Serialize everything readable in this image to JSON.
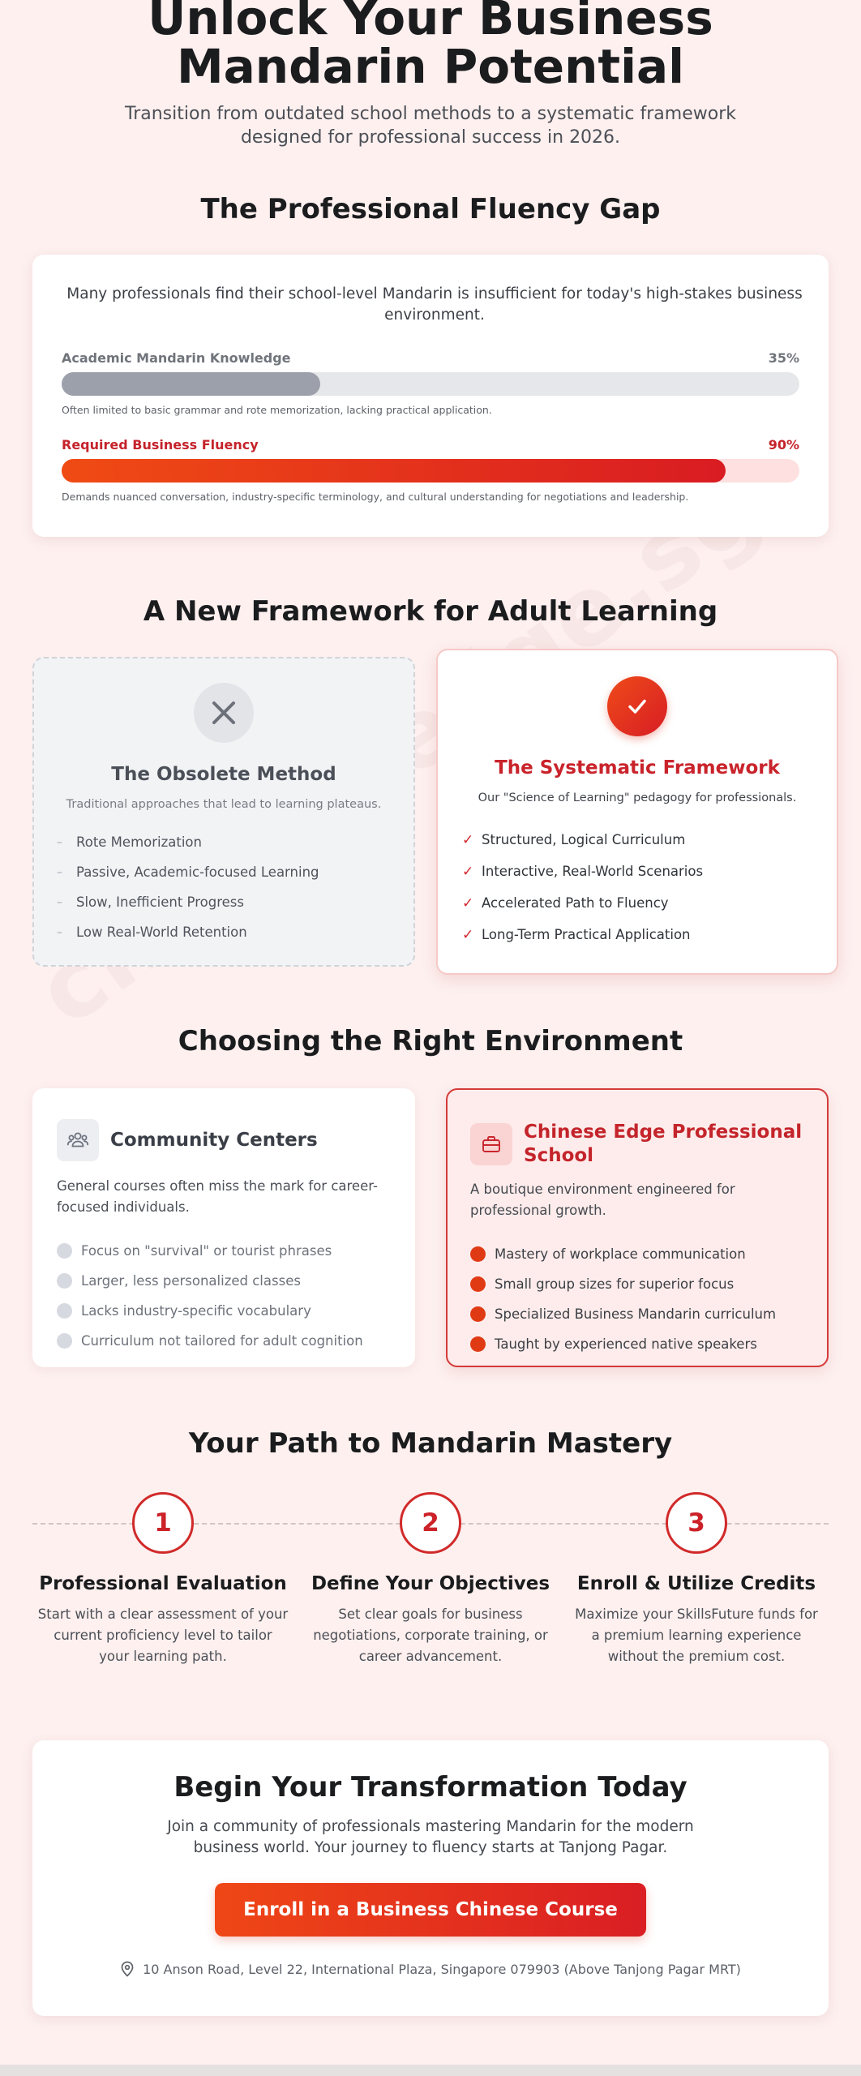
{
  "watermark": "chineseedge.sg",
  "hero": {
    "title": "Unlock Your Business Mandarin Potential",
    "subtitle": "Transition from outdated school methods to a systematic framework designed for professional success in 2026."
  },
  "gap": {
    "title": "The Professional Fluency Gap",
    "intro": "Many professionals find their school-level Mandarin is insufficient for today's high-stakes business environment.",
    "bars": [
      {
        "label": "Academic Mandarin Knowledge",
        "percent_label": "35%",
        "value": 35,
        "note": "Often limited to basic grammar and rote memorization, lacking practical application."
      },
      {
        "label": "Required Business Fluency",
        "percent_label": "90%",
        "value": 90,
        "note": "Demands nuanced conversation, industry-specific terminology, and cultural understanding for negotiations and leadership."
      }
    ]
  },
  "framework": {
    "title": "A New Framework for Adult Learning",
    "old": {
      "icon": "x-icon",
      "title": "The Obsolete Method",
      "subtitle": "Traditional approaches that lead to learning plateaus.",
      "mark": "–",
      "items": [
        "Rote Memorization",
        "Passive, Academic-focused Learning",
        "Slow, Inefficient Progress",
        "Low Real-World Retention"
      ]
    },
    "new": {
      "icon": "check-icon",
      "title": "The Systematic Framework",
      "subtitle": "Our \"Science of Learning\" pedagogy for professionals.",
      "mark": "✓",
      "items": [
        "Structured, Logical Curriculum",
        "Interactive, Real-World Scenarios",
        "Accelerated Path to Fluency",
        "Long-Term Practical Application"
      ]
    }
  },
  "environment": {
    "title": "Choosing the Right Environment",
    "community": {
      "icon": "users-icon",
      "title": "Community Centers",
      "description": "General courses often miss the mark for career-focused individuals.",
      "items": [
        "Focus on \"survival\" or tourist phrases",
        "Larger, less personalized classes",
        "Lacks industry-specific vocabulary",
        "Curriculum not tailored for adult cognition"
      ]
    },
    "chinese_edge": {
      "icon": "briefcase-icon",
      "title": "Chinese Edge Professional School",
      "description": "A boutique environment engineered for professional growth.",
      "items": [
        "Mastery of workplace communication",
        "Small group sizes for superior focus",
        "Specialized Business Mandarin curriculum",
        "Taught by experienced native speakers"
      ]
    }
  },
  "path": {
    "title": "Your Path to Mandarin Mastery",
    "steps": [
      {
        "number": "1",
        "title": "Professional Evaluation",
        "description": "Start with a clear assessment of your current proficiency level to tailor your learning path."
      },
      {
        "number": "2",
        "title": "Define Your Objectives",
        "description": "Set clear goals for business negotiations, corporate training, or career advancement."
      },
      {
        "number": "3",
        "title": "Enroll & Utilize Credits",
        "description": "Maximize your SkillsFuture funds for a premium learning experience without the premium cost."
      }
    ]
  },
  "cta": {
    "title": "Begin Your Transformation Today",
    "description": "Join a community of professionals mastering Mandarin for the modern business world. Your journey to fluency starts at Tanjong Pagar.",
    "button_label": "Enroll in a Business Chinese Course",
    "address_icon": "location-pin-icon",
    "address": "10 Anson Road, Level 22, International Plaza, Singapore 079903 (Above Tanjong Pagar MRT)"
  },
  "colors": {
    "accent": "#d1252c",
    "accent_gradient_start": "#ef4716",
    "background": "#fdf0ef",
    "muted_bar": "#9ca0aa"
  }
}
